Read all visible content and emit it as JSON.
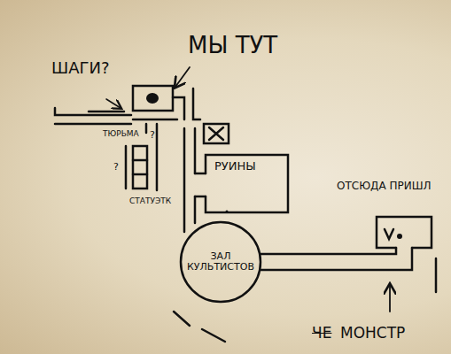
{
  "diagram": {
    "nodes": [
      {
        "text": [
          "ТЮРЬМА"
        ]
      },
      {
        "text": [
          "РУИНЫ"
        ]
      },
      {
        "text": [
          "ЗАЛ КУЛЬТИСТОВ"
        ]
      },
      {
        "text": [
          "ОТСЮДА ПРИШЛ"
        ]
      }
    ],
    "edges": [
      {
        "from": 2,
        "to": 3,
        "arrow": "none"
      }
    ],
    "labels": [
      "МЫ ТУТ",
      "ШАГИ?",
      "?",
      "?",
      "СТАТУЭТК",
      "ЧЕ",
      "МОНСТР"
    ]
  }
}
